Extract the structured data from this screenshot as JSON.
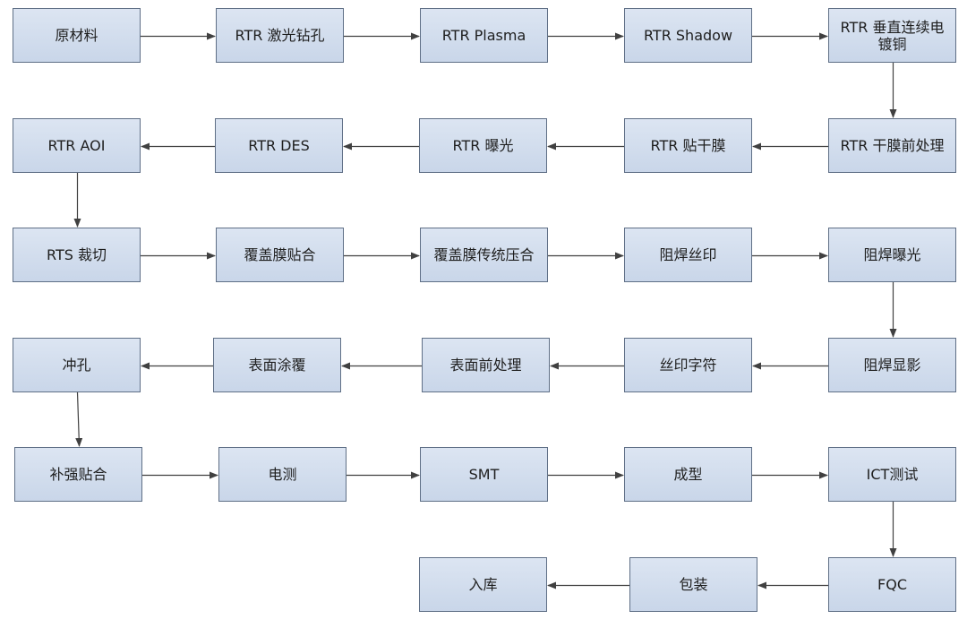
{
  "colors": {
    "box_fill_top": "#dce5f2",
    "box_fill_bottom": "#c9d6e9",
    "box_border": "#5f6f86",
    "connector": "#404040",
    "text": "#1e1e1e"
  },
  "steps": [
    {
      "id": "s01",
      "label": "原材料"
    },
    {
      "id": "s02",
      "label": "RTR 激光钻孔"
    },
    {
      "id": "s03",
      "label": "RTR Plasma"
    },
    {
      "id": "s04",
      "label": "RTR Shadow"
    },
    {
      "id": "s05",
      "label": "RTR 垂直连续电镀铜"
    },
    {
      "id": "s06",
      "label": "RTR 干膜前处理"
    },
    {
      "id": "s07",
      "label": "RTR 贴干膜"
    },
    {
      "id": "s08",
      "label": "RTR 曝光"
    },
    {
      "id": "s09",
      "label": "RTR DES"
    },
    {
      "id": "s10",
      "label": "RTR AOI"
    },
    {
      "id": "s11",
      "label": "RTS 裁切"
    },
    {
      "id": "s12",
      "label": "覆盖膜贴合"
    },
    {
      "id": "s13",
      "label": "覆盖膜传统压合"
    },
    {
      "id": "s14",
      "label": "阻焊丝印"
    },
    {
      "id": "s15",
      "label": "阻焊曝光"
    },
    {
      "id": "s16",
      "label": "阻焊显影"
    },
    {
      "id": "s17",
      "label": "丝印字符"
    },
    {
      "id": "s18",
      "label": "表面前处理"
    },
    {
      "id": "s19",
      "label": "表面涂覆"
    },
    {
      "id": "s20",
      "label": "冲孔"
    },
    {
      "id": "s21",
      "label": "补强贴合"
    },
    {
      "id": "s22",
      "label": "电测"
    },
    {
      "id": "s23",
      "label": "SMT"
    },
    {
      "id": "s24",
      "label": "成型"
    },
    {
      "id": "s25",
      "label": "ICT测试"
    },
    {
      "id": "s26",
      "label": "FQC"
    },
    {
      "id": "s27",
      "label": "包装"
    },
    {
      "id": "s28",
      "label": "入库"
    }
  ],
  "flow": [
    [
      "s01",
      "s02"
    ],
    [
      "s02",
      "s03"
    ],
    [
      "s03",
      "s04"
    ],
    [
      "s04",
      "s05"
    ],
    [
      "s05",
      "s06"
    ],
    [
      "s06",
      "s07"
    ],
    [
      "s07",
      "s08"
    ],
    [
      "s08",
      "s09"
    ],
    [
      "s09",
      "s10"
    ],
    [
      "s10",
      "s11"
    ],
    [
      "s11",
      "s12"
    ],
    [
      "s12",
      "s13"
    ],
    [
      "s13",
      "s14"
    ],
    [
      "s14",
      "s15"
    ],
    [
      "s15",
      "s16"
    ],
    [
      "s16",
      "s17"
    ],
    [
      "s17",
      "s18"
    ],
    [
      "s18",
      "s19"
    ],
    [
      "s19",
      "s20"
    ],
    [
      "s20",
      "s21"
    ],
    [
      "s21",
      "s22"
    ],
    [
      "s22",
      "s23"
    ],
    [
      "s23",
      "s24"
    ],
    [
      "s24",
      "s25"
    ],
    [
      "s25",
      "s26"
    ],
    [
      "s26",
      "s27"
    ],
    [
      "s27",
      "s28"
    ]
  ]
}
